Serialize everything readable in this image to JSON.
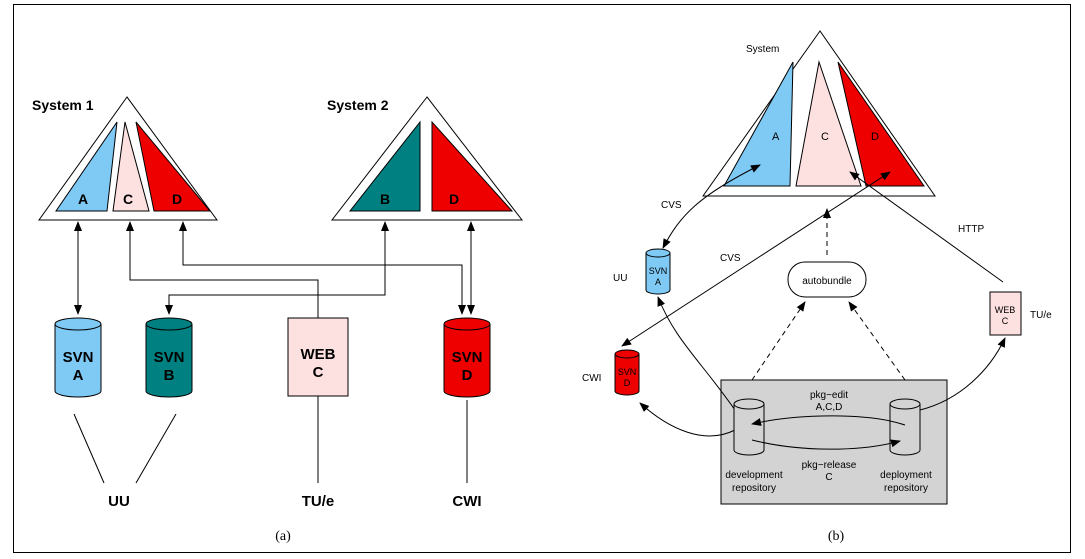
{
  "panel_a": {
    "caption": "(a)",
    "system1": {
      "title": "System 1",
      "parts": [
        "A",
        "C",
        "D"
      ]
    },
    "system2": {
      "title": "System 2",
      "parts": [
        "B",
        "D"
      ]
    },
    "repos": {
      "svn_a": {
        "line1": "SVN",
        "line2": "A"
      },
      "svn_b": {
        "line1": "SVN",
        "line2": "B"
      },
      "web_c": {
        "line1": "WEB",
        "line2": "C"
      },
      "svn_d": {
        "line1": "SVN",
        "line2": "D"
      }
    },
    "orgs": {
      "uu": "UU",
      "tue": "TU/e",
      "cwi": "CWI"
    }
  },
  "panel_b": {
    "caption": "(b)",
    "system": {
      "title": "System",
      "parts": [
        "A",
        "C",
        "D"
      ]
    },
    "repos": {
      "svn_a": {
        "line1": "SVN",
        "line2": "A"
      },
      "svn_d": {
        "line1": "SVN",
        "line2": "D"
      },
      "web_c": {
        "line1": "WEB",
        "line2": "C"
      }
    },
    "orgs": {
      "uu": "UU",
      "cwi": "CWI",
      "tue": "TU/e"
    },
    "protocols": {
      "cvs_top": "CVS",
      "cvs_mid": "CVS",
      "http": "HTTP"
    },
    "autobundle": "autobundle",
    "pkg_edit": {
      "line1": "pkg−edit",
      "line2": "A,C,D"
    },
    "pkg_release": {
      "line1": "pkg−release",
      "line2": "C"
    },
    "dev_repo": {
      "line1": "development",
      "line2": "repository"
    },
    "deploy_repo": {
      "line1": "deployment",
      "line2": "repository"
    }
  },
  "colors": {
    "light_blue": "#7fc9f5",
    "pink": "#fde0e0",
    "red": "#ee0000",
    "teal": "#008080",
    "gray_box": "#d3d3d3"
  }
}
